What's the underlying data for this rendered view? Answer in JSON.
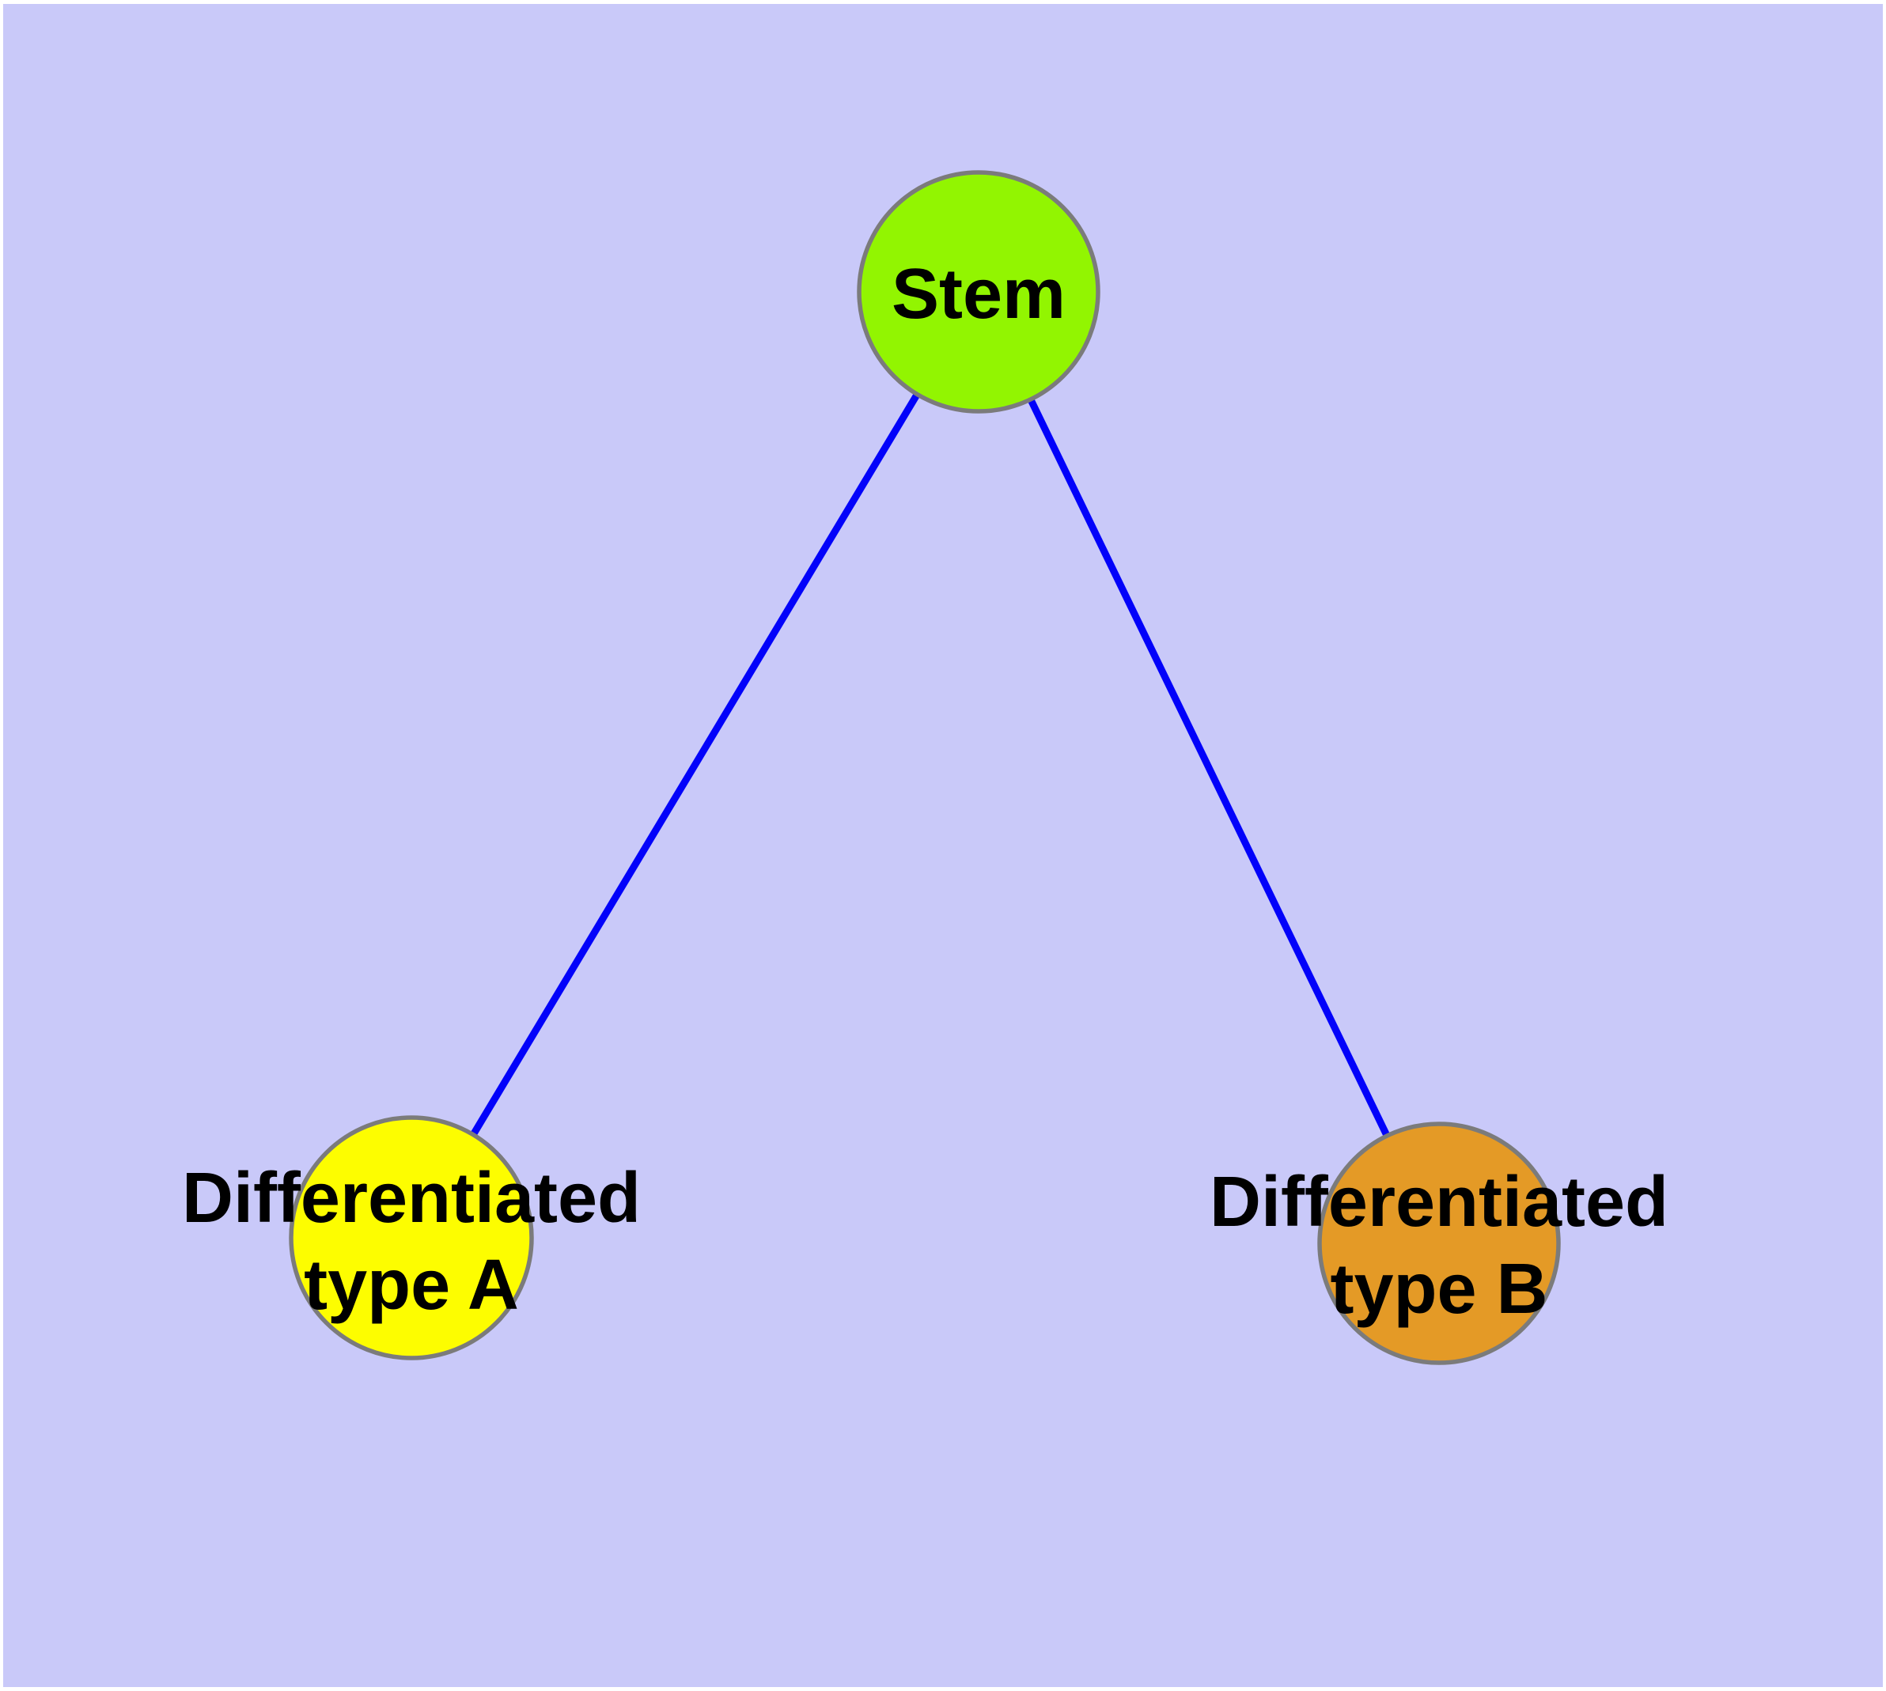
{
  "diagram": {
    "background_color": "#c9c9f9",
    "frame_color": "#ffffff",
    "edge_color": "#0202fa",
    "node_border_color": "#7b7b7b",
    "label_color": "#000000",
    "nodes": [
      {
        "id": "stem",
        "label": "Stem",
        "label_lines": [
          "Stem"
        ],
        "fill": "#92f501"
      },
      {
        "id": "differentiated-type-a",
        "label": "Differentiated type A",
        "label_lines": [
          "Differentiated",
          "type A"
        ],
        "fill": "#fdfd00"
      },
      {
        "id": "differentiated-type-b",
        "label": "Differentiated type B",
        "label_lines": [
          "Differentiated",
          "type B"
        ],
        "fill": "#e49a26"
      }
    ],
    "edges": [
      {
        "from": "Stem",
        "to": "Differentiated type A"
      },
      {
        "from": "Stem",
        "to": "Differentiated type B"
      }
    ]
  }
}
